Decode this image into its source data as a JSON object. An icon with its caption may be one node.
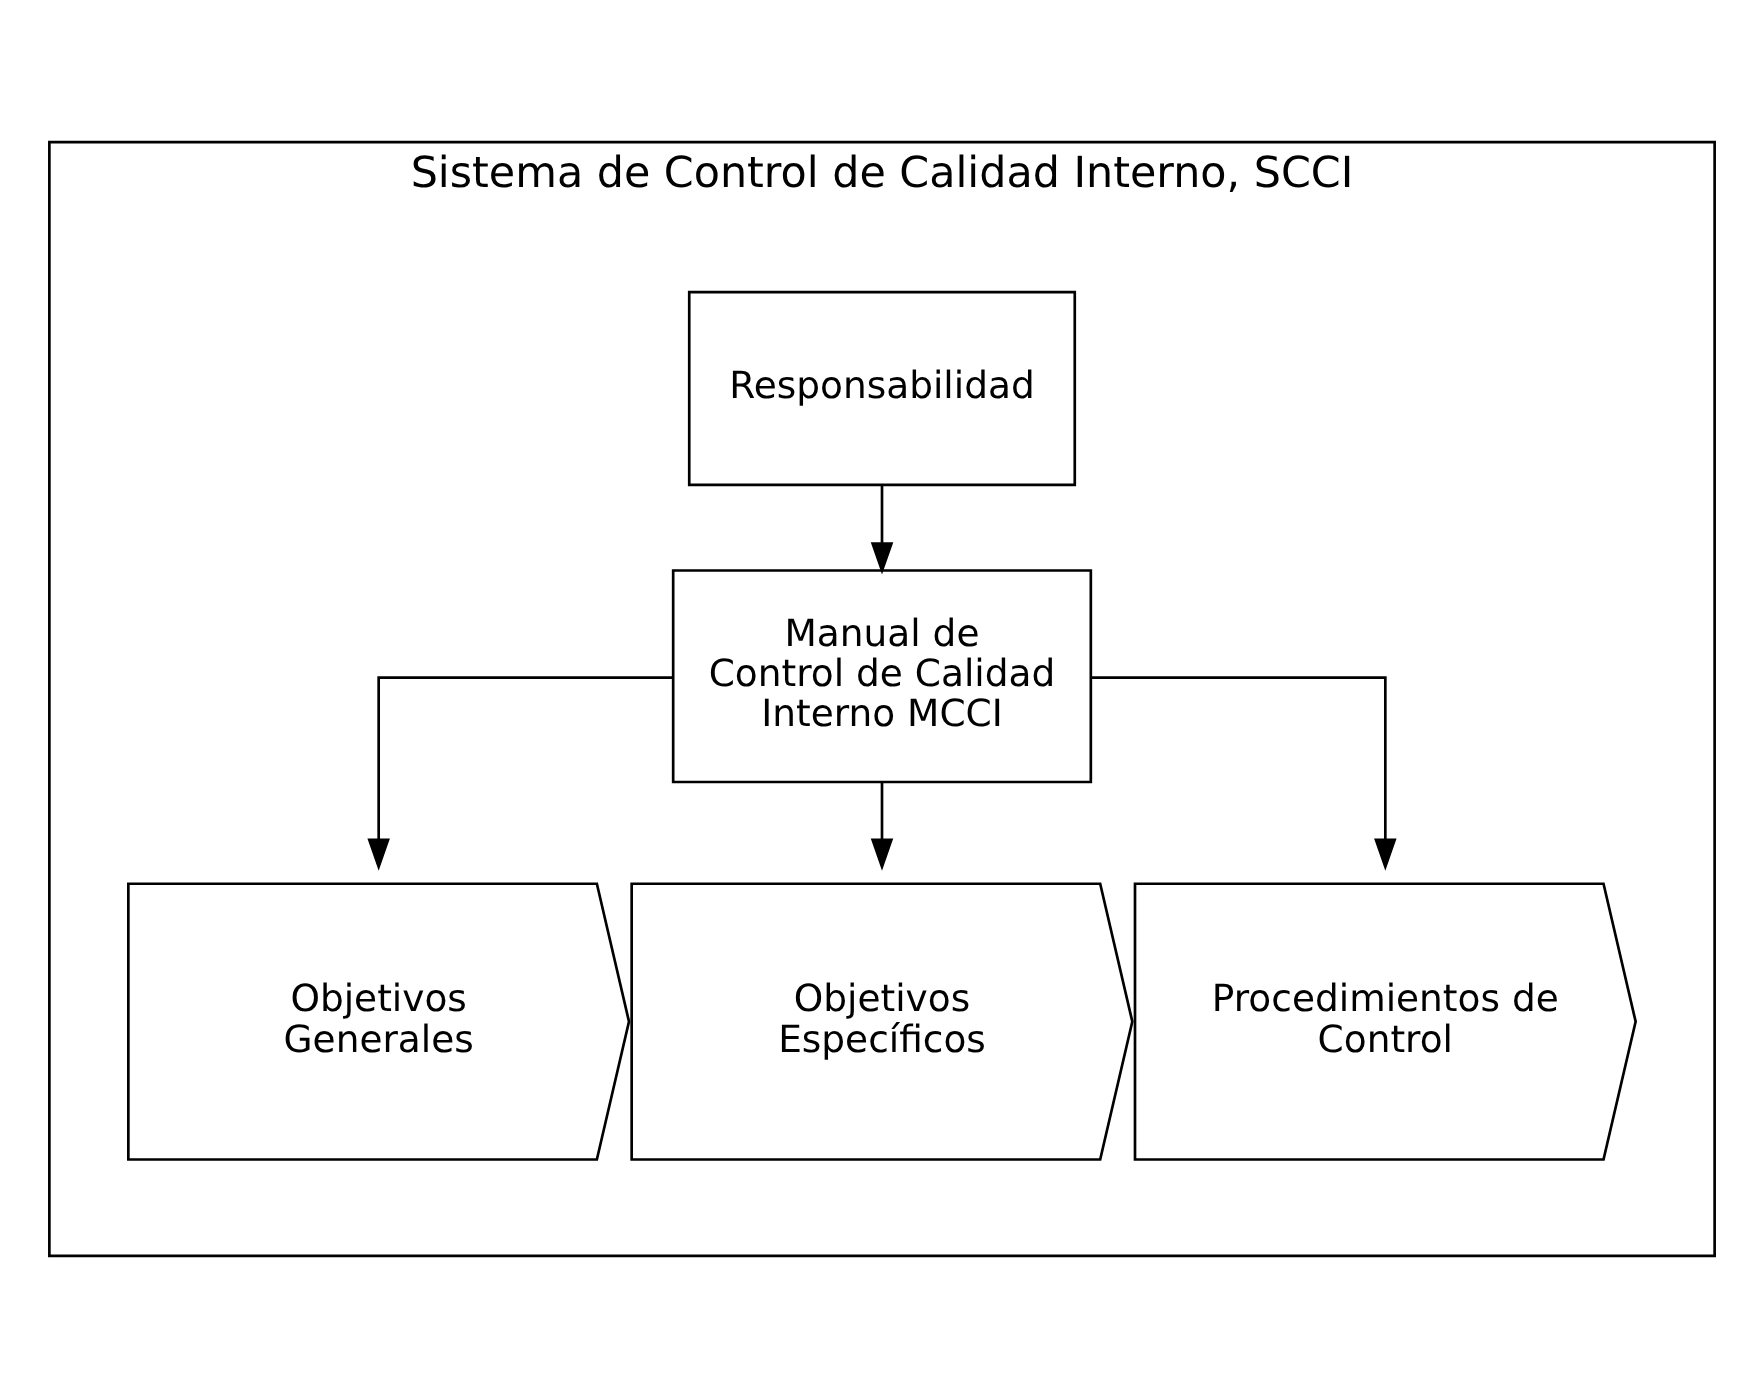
{
  "diagram": {
    "nodes": [
      {
        "text": [
          "Sistema de Control de Calidad Interno, SCCI"
        ]
      },
      {
        "text": [
          "Responsabilidad"
        ],
        "in": 0
      },
      {
        "text": [
          "Manual de Control de Calidad Interno MCCI"
        ],
        "in": 0
      },
      {
        "text": [
          "Objetivos Generales"
        ],
        "in": 0
      },
      {
        "text": [
          "Objetivos Específicos"
        ],
        "in": 0
      },
      {
        "text": [
          "Procedimientos de Control"
        ],
        "in": 0
      }
    ],
    "edges": [
      {
        "from": 1,
        "to": 2,
        "arrow": "to"
      },
      {
        "from": 2,
        "to": 3,
        "arrow": "to"
      },
      {
        "from": 2,
        "to": 4,
        "arrow": "to"
      },
      {
        "from": 2,
        "to": 5,
        "arrow": "to"
      }
    ]
  }
}
